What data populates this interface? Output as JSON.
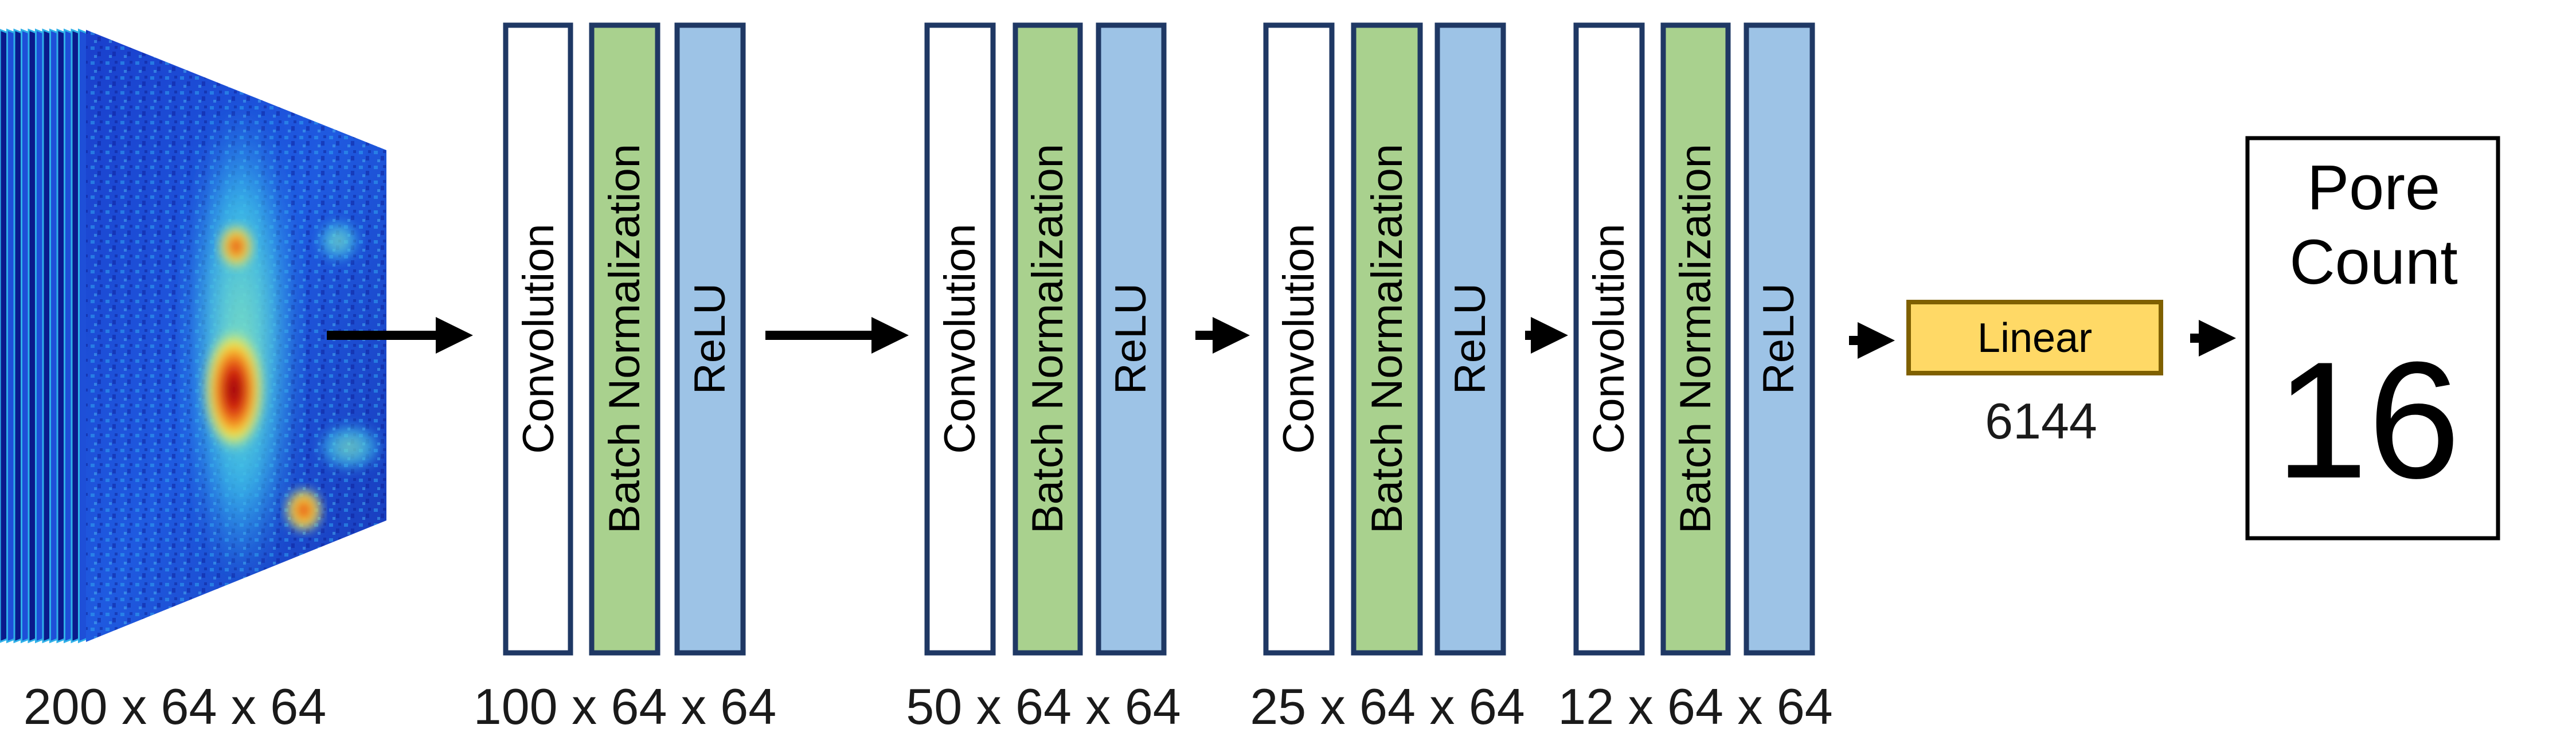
{
  "input": {
    "dims": "200 x 64 x 64",
    "colormap": [
      "#0a1a8c",
      "#1e4fd8",
      "#2d9df0",
      "#6fe0d0",
      "#f6f04a",
      "#f28a1c",
      "#c1120f"
    ]
  },
  "blocks": [
    {
      "layers": [
        "Convolution",
        "Batch Normalization",
        "ReLU"
      ],
      "dims": "100 x 64 x 64"
    },
    {
      "layers": [
        "Convolution",
        "Batch Normalization",
        "ReLU"
      ],
      "dims": "50 x 64 x 64"
    },
    {
      "layers": [
        "Convolution",
        "Batch Normalization",
        "ReLU"
      ],
      "dims": "25 x 64 x 64"
    },
    {
      "layers": [
        "Convolution",
        "Batch Normalization",
        "ReLU"
      ],
      "dims": "12 x 64 x 64"
    }
  ],
  "linear": {
    "label": "Linear",
    "size": "6144"
  },
  "output": {
    "title_line1": "Pore",
    "title_line2": "Count",
    "value": "16"
  },
  "colors": {
    "convolution": "#ffffff",
    "batch_norm": "#a9d18e",
    "relu": "#9dc3e6",
    "layer_border": "#1f3864",
    "linear_fill": "#ffd966",
    "linear_border": "#7f6000",
    "output_border": "#000000"
  }
}
